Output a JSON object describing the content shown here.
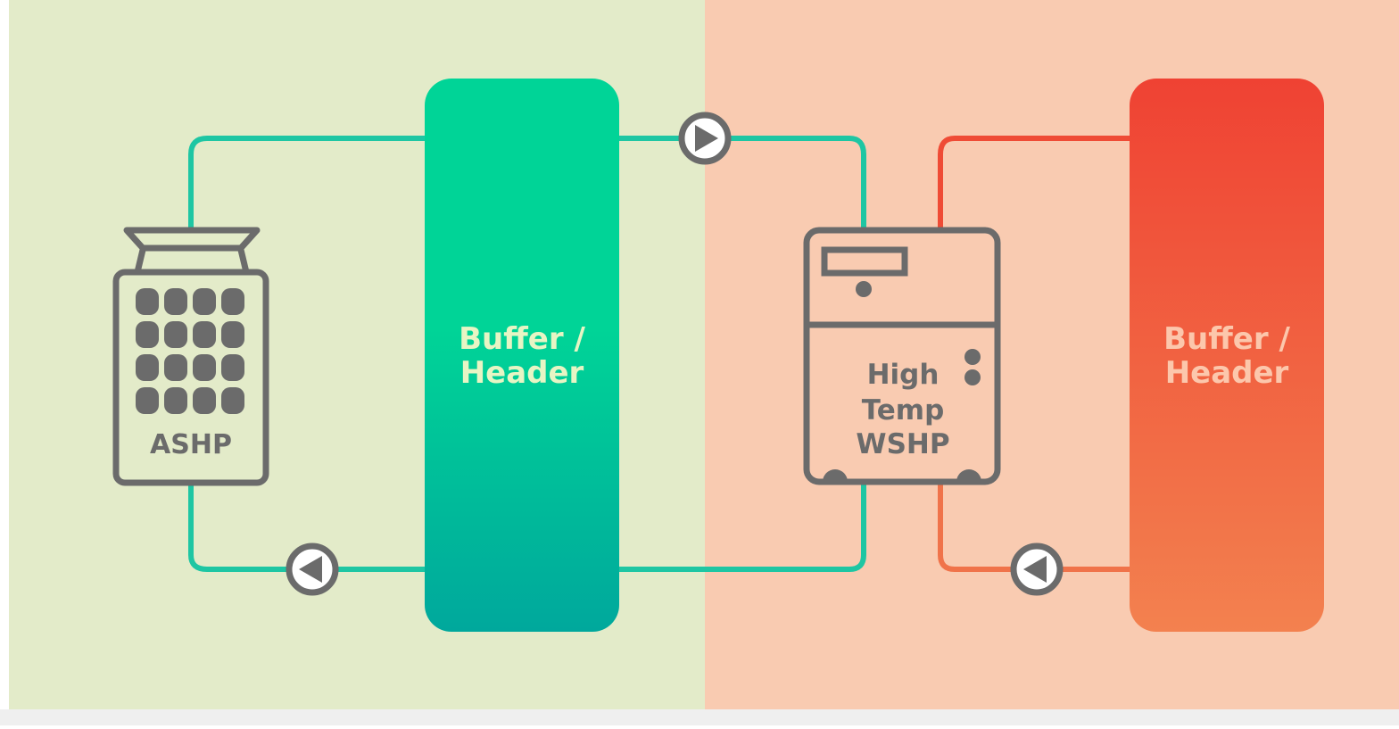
{
  "colors": {
    "left_zone": "#e3ebc9",
    "right_zone": "#f9cbb1",
    "bottom_strip": "#efefef",
    "green_pipe": "#1ec6a3",
    "red_pipe": "#ef4b35",
    "orange_pipe": "#f0734a",
    "device_gray": "#6b6b6b",
    "green_tank_top": "#00d497",
    "green_tank_bottom": "#00a89c",
    "red_tank_top": "#ef4233",
    "red_tank_bottom": "#f3814f",
    "green_tank_text": "#e7f5c4",
    "red_tank_text": "#fcc7ac"
  },
  "ashp": {
    "label": "ASHP",
    "icon": "ashp-unit-icon"
  },
  "buffer_left": {
    "line1": "Buffer /",
    "line2": "Header"
  },
  "buffer_right": {
    "line1": "Buffer /",
    "line2": "Header"
  },
  "wshp": {
    "line1": "High",
    "line2": "Temp",
    "line3": "WSHP",
    "icon": "water-source-heat-pump-icon"
  },
  "pumps": [
    {
      "name": "pump-top-icon",
      "direction": "right"
    },
    {
      "name": "pump-left-bottom-icon",
      "direction": "left"
    },
    {
      "name": "pump-right-bottom-icon",
      "direction": "left"
    }
  ]
}
